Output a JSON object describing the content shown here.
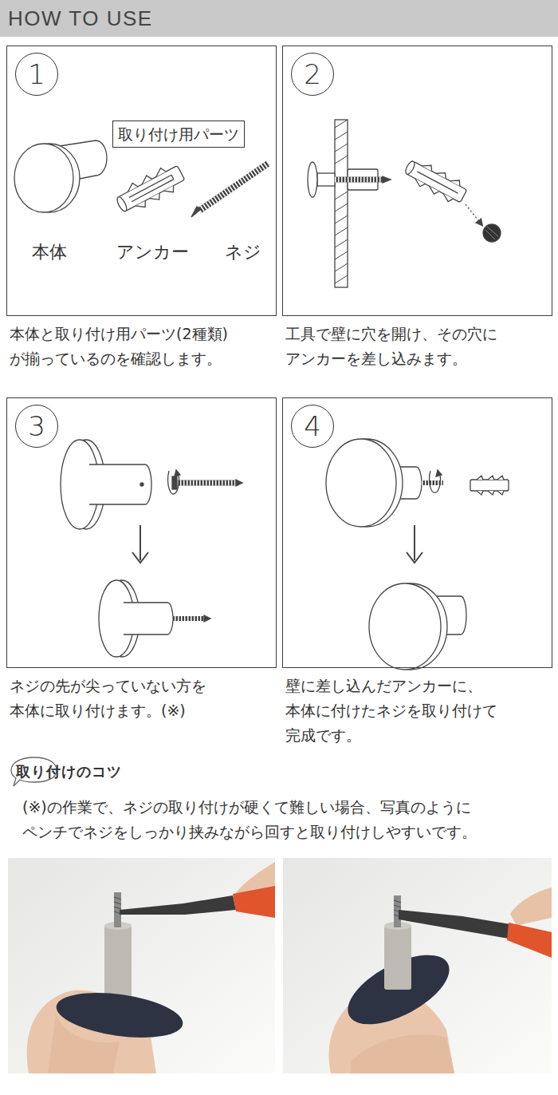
{
  "diagram": {
    "title": "HOW TO USE",
    "nodes": [
      {
        "text": [
          "本体と取り付け用パーツ(2種類) が揃っているのを確認します。"
        ]
      },
      {
        "text": [
          "1"
        ],
        "in": 0
      },
      {
        "text": [
          "取り付け用パーツ"
        ],
        "in": 0
      },
      {
        "text": [
          "工具で壁に穴を開け、その穴に アンカーを差し込みます。"
        ]
      },
      {
        "text": [
          "2"
        ],
        "in": 3
      },
      {
        "text": [
          "ネジの先が尖っていない方を 本体に取り付けます。(※)"
        ]
      },
      {
        "text": [
          "3"
        ],
        "in": 5
      },
      {
        "text": [
          "壁に差し込んだアンカーに、 本体に付けたネジを取り付けて 完成です。"
        ]
      },
      {
        "text": [
          "4"
        ],
        "in": 7
      },
      {
        "text": [
          "取り付けのコツ"
        ]
      }
    ],
    "labels": [
      "本体",
      "アンカー",
      "ネジ",
      "(※)の作業で、ネジの取り付けが硬くて難しい場合、写真のように ペンチでネジをしっかり挟みながら回すと取り付けしやすいです。"
    ]
  }
}
